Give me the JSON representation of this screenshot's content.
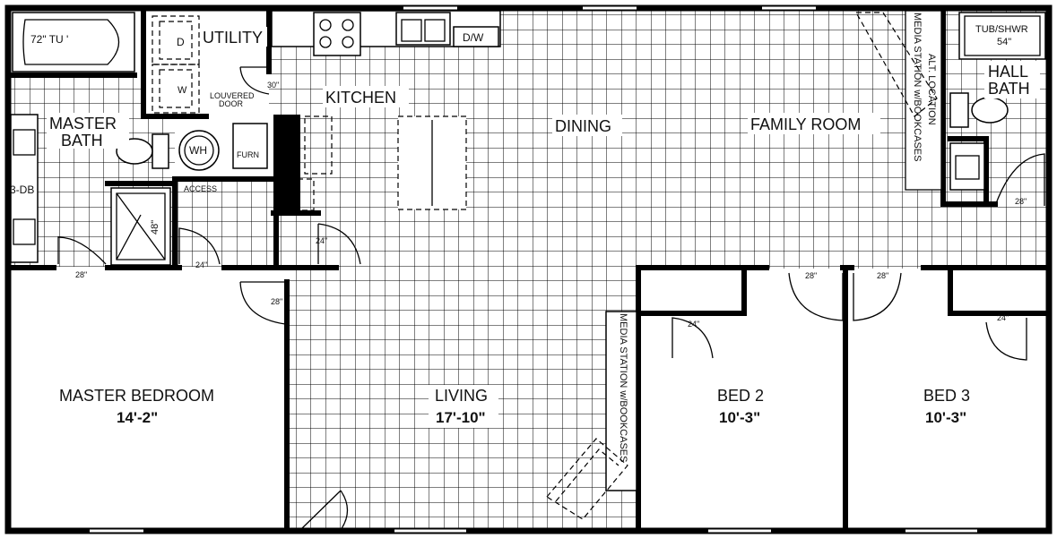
{
  "rooms": {
    "utility": "UTILITY",
    "kitchen": "KITCHEN",
    "dining": "DINING",
    "family_room": "FAMILY ROOM",
    "master_bath_1": "MASTER",
    "master_bath_2": "BATH",
    "hall_bath_1": "HALL",
    "hall_bath_2": "BATH",
    "master_bedroom": "MASTER BEDROOM",
    "master_bedroom_dim": "14'-2\"",
    "living": "LIVING",
    "living_dim": "17'-10\"",
    "bed2": "BED 2",
    "bed2_dim": "10'-3\"",
    "bed3": "BED 3",
    "bed3_dim": "10'-3\""
  },
  "fixtures": {
    "tub": "72\" TU '",
    "dryer": "D",
    "washer": "W",
    "dishwasher": "D/W",
    "water_heater": "WH",
    "furnace": "FURN",
    "access": "ACCESS",
    "louvered_1": "LOUVERED",
    "louvered_2": "DOOR",
    "three_db": "3-DB",
    "shower": "48\"",
    "tub_shwr_1": "TUB/SHWR",
    "tub_shwr_2": "54\"",
    "media_living": "MEDIA STATION w/BOOKCASES",
    "media_family_1": "MEDIA STATION w/BOOKCASES",
    "media_family_2": "ALT. LOCATION"
  },
  "doors": {
    "util": "30\"",
    "kitchen_closet": "24\"",
    "master_bath": "28\"",
    "walkin": "24\"",
    "master_bed": "28\"",
    "hall_bath": "28\"",
    "bed2_closet": "24\"",
    "bed2": "28\"",
    "bed3": "28\"",
    "bed3_closet": "24\""
  }
}
